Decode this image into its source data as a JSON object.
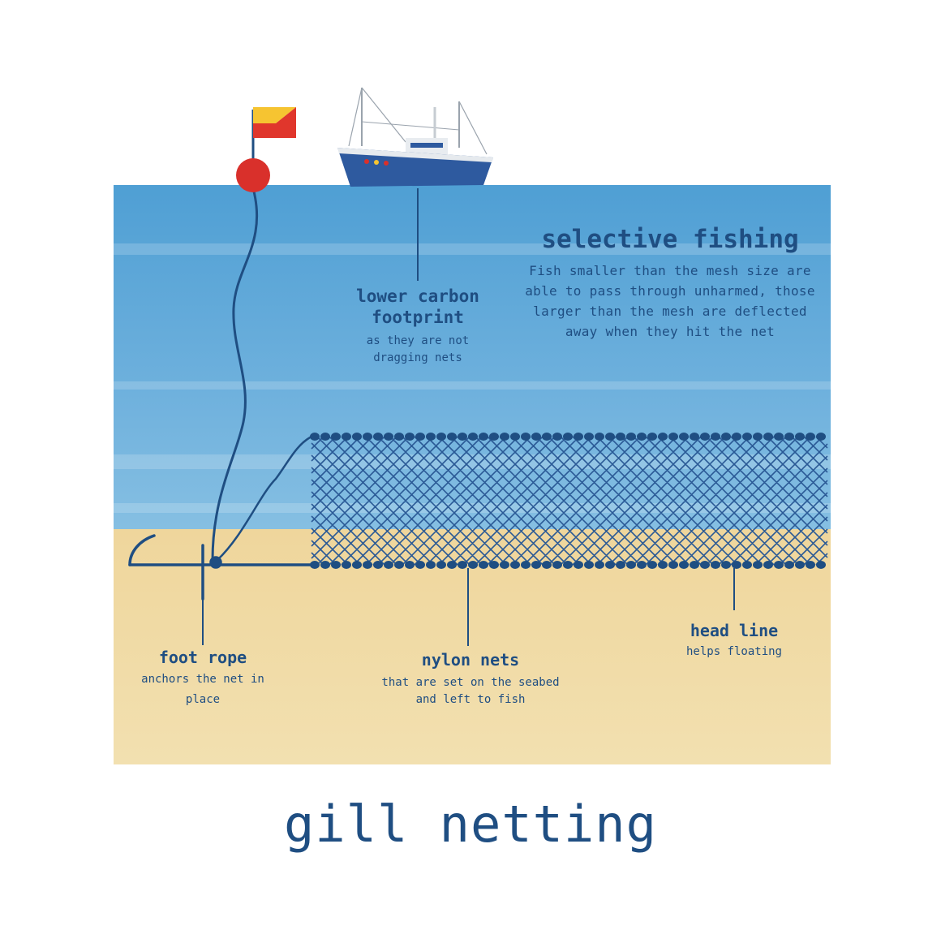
{
  "title": "gill netting",
  "labels": {
    "carbon": {
      "title": "lower carbon footprint",
      "desc": "as they are not dragging nets"
    },
    "selective": {
      "title": "selective fishing",
      "desc": "Fish smaller than the mesh size are able to pass through unharmed, those larger than the mesh are deflected away when they hit the net"
    },
    "foot_rope": {
      "title": "foot rope",
      "desc": "anchors the net in place"
    },
    "nylon_nets": {
      "title": "nylon nets",
      "desc": "that are set on the seabed and left to fish"
    },
    "head_line": {
      "title": "head line",
      "desc": "helps floating"
    }
  },
  "colors": {
    "sea_top": "#5aa6d6",
    "sea_bottom": "#86bfe2",
    "sand": "#f0dca8",
    "ink": "#1f4e82",
    "buoy": "#d9302b",
    "flag_yellow": "#f6c431",
    "flag_red": "#e0362c",
    "boat_hull": "#2e5a9f"
  },
  "icons": [
    "buoy-icon",
    "flag-icon",
    "fishing-boat-icon",
    "anchor-icon",
    "net-icon"
  ]
}
